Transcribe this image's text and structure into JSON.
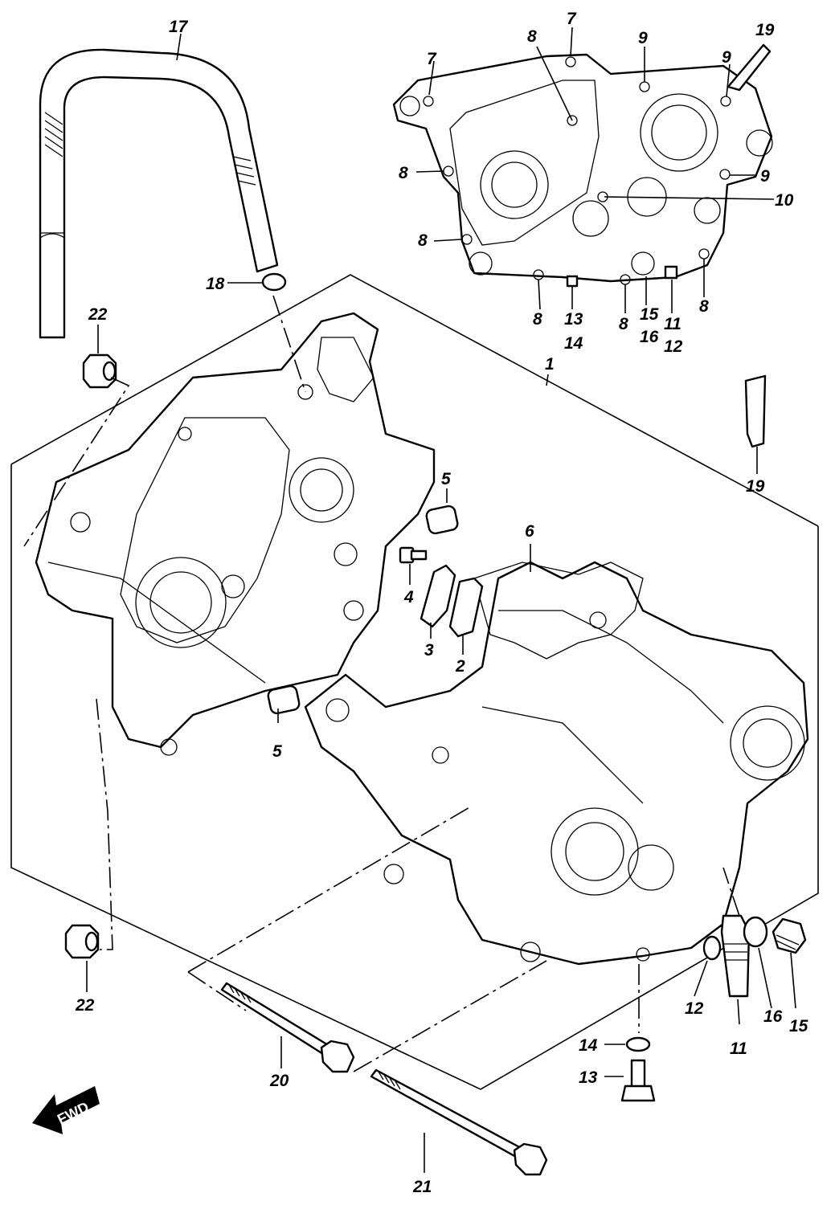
{
  "diagram": {
    "labels": {
      "l1": "1",
      "l2": "2",
      "l3": "3",
      "l4": "4",
      "l5a": "5",
      "l5b": "5",
      "l6": "6",
      "l7a": "7",
      "l7b": "7",
      "l8a": "8",
      "l8b": "8",
      "l8c": "8",
      "l8d": "8",
      "l8e": "8",
      "l8f": "8",
      "l9a": "9",
      "l9b": "9",
      "l9c": "9",
      "l10": "10",
      "l11a": "11",
      "l11b": "11",
      "l12a": "12",
      "l12b": "12",
      "l13a": "13",
      "l13b": "13",
      "l14a": "14",
      "l14b": "14",
      "l15a": "15",
      "l15b": "15",
      "l16a": "16",
      "l16b": "16",
      "l17": "17",
      "l18": "18",
      "l19a": "19",
      "l19b": "19",
      "l20": "20",
      "l21": "21",
      "l22a": "22",
      "l22b": "22"
    },
    "fwd_label": "FWD"
  }
}
